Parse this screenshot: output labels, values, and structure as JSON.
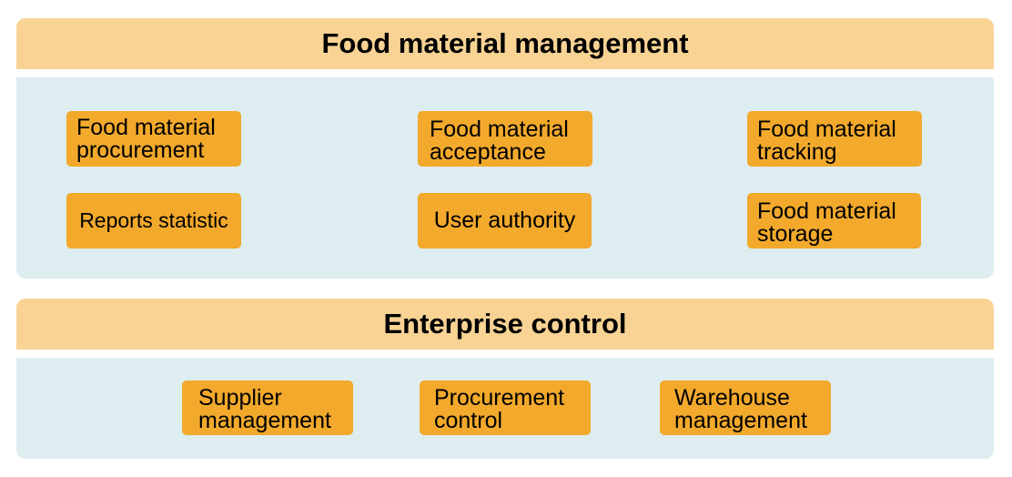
{
  "sections": [
    {
      "title": "Food material management",
      "items": [
        "Food material\nprocurement",
        "Food material\nacceptance",
        "Food material\ntracking",
        "Reports statistic",
        "User authority",
        "Food material\nstorage"
      ]
    },
    {
      "title": "Enterprise control",
      "items": [
        "Supplier\nmanagement",
        "Procurement\ncontrol",
        "Warehouse\nmanagement"
      ]
    }
  ],
  "colors": {
    "header": "#f8d394",
    "panel": "#deedf0",
    "box": "#f2a92c"
  }
}
